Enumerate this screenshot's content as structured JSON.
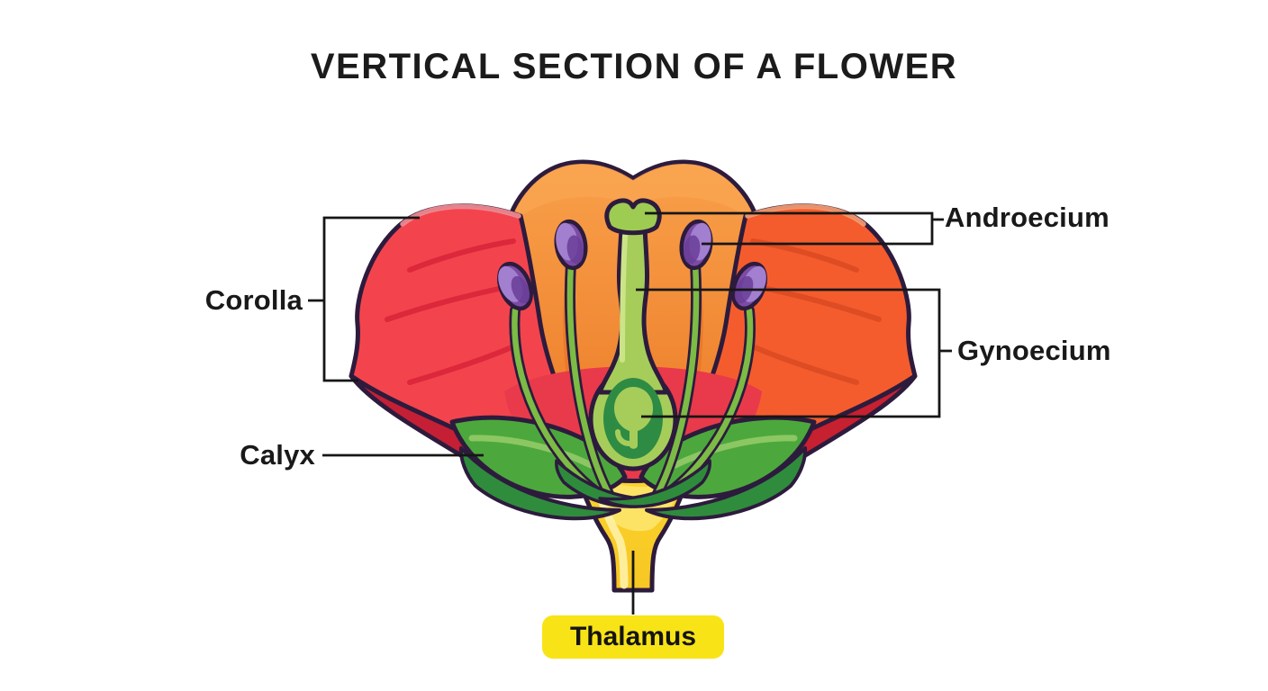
{
  "title": "VERTICAL SECTION OF A FLOWER",
  "labels": {
    "androecium": "Androecium",
    "corolla": "Corolla",
    "gynoecium": "Gynoecium",
    "calyx": "Calyx",
    "thalamus": "Thalamus"
  },
  "colors": {
    "background": "#FFFFFF",
    "text": "#191919",
    "connector_line": "#161616",
    "outline": "#2D1B3D",
    "petal_red_left": "#F3444E",
    "petal_red_dark": "#C51F36",
    "petal_orange_right": "#F55C2D",
    "back_petal_orange": "#F08A33",
    "anther_purple": "#7C4BA5",
    "anther_purple_light": "#A37FD0",
    "filament_green": "#7CBB45",
    "pistil_light_green": "#A6CD5A",
    "ovary_dark_green": "#2E8B44",
    "sepal_green": "#4CA83C",
    "thalamus_yellow": "#FBD32C",
    "thalamus_label_bg": "#F8E316"
  }
}
